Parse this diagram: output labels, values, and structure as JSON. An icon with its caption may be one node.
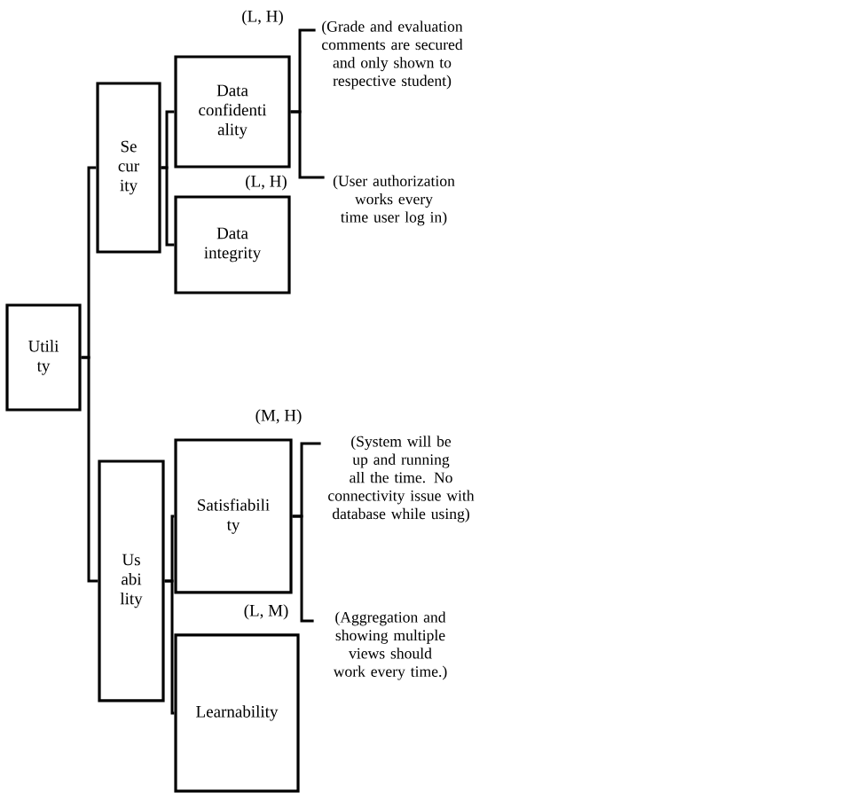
{
  "diagram": {
    "nodes": [
      {
        "text": [
          "Utili ty"
        ]
      },
      {
        "text": [
          "Se cur ity"
        ]
      },
      {
        "text": [
          "Data confidenti ality"
        ]
      },
      {
        "text": [
          "Data integrity"
        ]
      },
      {
        "text": [
          "Us abi lity"
        ]
      },
      {
        "text": [
          "Satisfiabili ty"
        ]
      },
      {
        "text": [
          "Learnability"
        ]
      },
      {
        "text": [
          "(Grade and evaluation comments are secured and only shown to respective student)"
        ]
      },
      {
        "text": [
          "(User authorization works every time user log in)"
        ]
      },
      {
        "text": [
          "(System will be up and running all the time. No connectivity issue with database while using)"
        ]
      },
      {
        "text": [
          "(Aggregation and showing multiple views should work every time.)"
        ]
      }
    ],
    "labels": [
      "(L, H)",
      "(L, H)",
      "(M, H)",
      "(L, M)"
    ],
    "edges": [
      {
        "from": 0,
        "to": 1,
        "arrow": "none"
      },
      {
        "from": 0,
        "to": 4,
        "arrow": "none"
      },
      {
        "from": 1,
        "to": 2,
        "arrow": "none"
      },
      {
        "from": 1,
        "to": 3,
        "arrow": "none"
      },
      {
        "from": 4,
        "to": 5,
        "arrow": "none"
      },
      {
        "from": 4,
        "to": 6,
        "arrow": "none"
      },
      {
        "from": 2,
        "to": 7,
        "arrow": "none"
      },
      {
        "from": 2,
        "to": 8,
        "arrow": "none"
      },
      {
        "from": 5,
        "to": 9,
        "arrow": "none"
      },
      {
        "from": 5,
        "to": 10,
        "arrow": "none"
      }
    ]
  }
}
